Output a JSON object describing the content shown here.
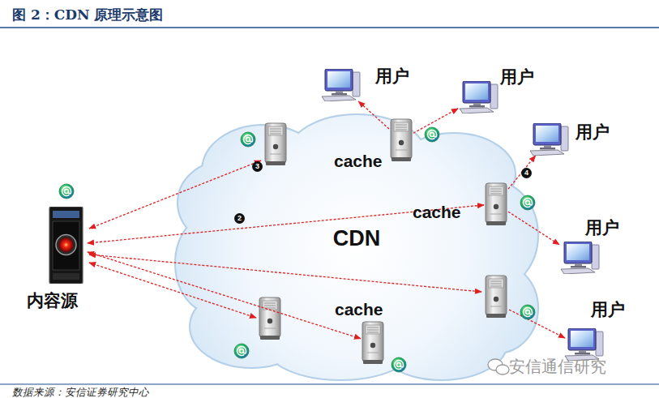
{
  "diagram": {
    "title": "图 2：CDN 原理示意图",
    "nodes": [
      {
        "text": [
          "CDN"
        ]
      },
      {
        "text": [
          "内容源"
        ]
      },
      {
        "text": [
          "cache"
        ],
        "in": 0
      },
      {
        "text": [
          "cache"
        ],
        "in": 0
      },
      {
        "text": [
          "cache"
        ],
        "in": 0
      },
      {
        "text": [
          "用户"
        ]
      },
      {
        "text": [
          "用户"
        ]
      },
      {
        "text": [
          "用户"
        ]
      },
      {
        "text": [
          "用户"
        ]
      },
      {
        "text": [
          "用户"
        ]
      }
    ],
    "edges": [
      {
        "from": 1,
        "to": 3,
        "arrow": "both"
      },
      {
        "from": 1,
        "to": 4,
        "arrow": "both"
      },
      {
        "from": 2,
        "to": 5,
        "arrow": "to"
      },
      {
        "from": 2,
        "to": 6,
        "arrow": "to"
      },
      {
        "from": 3,
        "to": 7,
        "arrow": "to"
      },
      {
        "from": 3,
        "to": 8,
        "arrow": "to"
      }
    ],
    "labels": [
      "3",
      "2",
      "4",
      "数据来源：安信证券研究中心",
      "安信通信研究"
    ]
  }
}
